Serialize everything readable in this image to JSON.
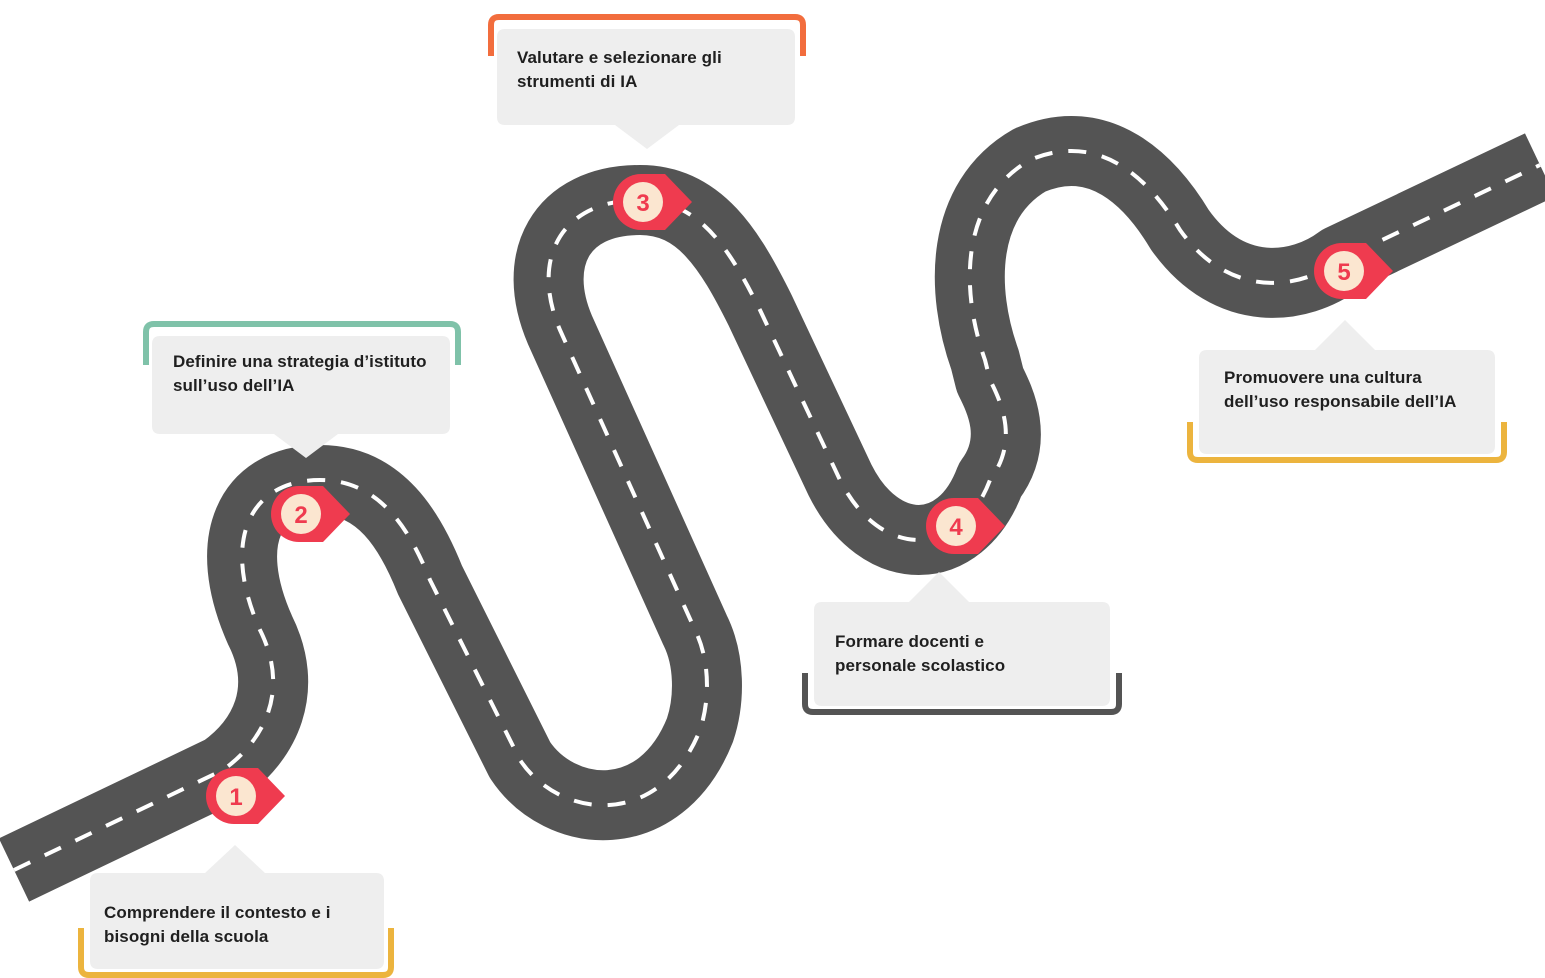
{
  "colors": {
    "road": "#545454",
    "dash": "#ffffff",
    "marker": "#ef3b4f",
    "marker_inner": "#fbe6d0",
    "box": "#eeeeee",
    "text": "#1f1f1f"
  },
  "steps": [
    {
      "number": "1",
      "label": "Comprendere il contesto e i bisogni della scuola",
      "accent": "#ecb43e",
      "accent_side": "bottom"
    },
    {
      "number": "2",
      "label": "Definire una strategia d’istituto sull’uso dell’IA",
      "accent": "#7fc2a9",
      "accent_side": "top"
    },
    {
      "number": "3",
      "label": "Valutare e selezionare gli strumenti di IA",
      "accent": "#f26d3d",
      "accent_side": "top"
    },
    {
      "number": "4",
      "label": "Formare docenti e personale scolastico",
      "accent": "#545454",
      "accent_side": "bottom"
    },
    {
      "number": "5",
      "label": "Promuovere una cultura dell’uso responsabile dell’IA",
      "accent": "#ecb43e",
      "accent_side": "bottom"
    }
  ]
}
